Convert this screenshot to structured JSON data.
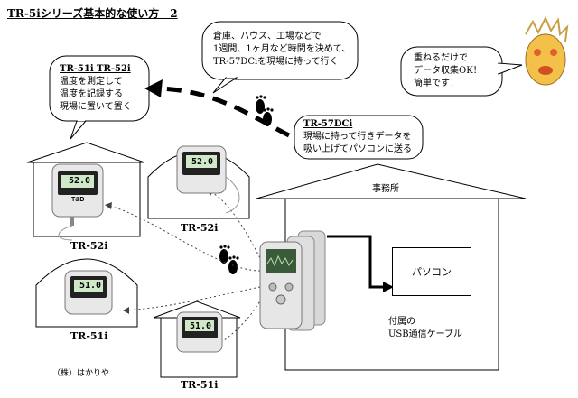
{
  "title": "TR-5iシリーズ基本的な使い方　2",
  "bubbles": {
    "left": {
      "line1": "TR-51i TR-52i",
      "line2": "温度を測定して",
      "line3": "温度を記録する",
      "line4": "現場に置いて置く"
    },
    "top": {
      "line1": "倉庫、ハウス、工場などで",
      "line2": "1週間、1ヶ月など時間を決めて、",
      "line3": "TR-57DCiを現場に持って行く"
    },
    "right": {
      "line1": "重ねるだけで",
      "line2": "データ収集OK！",
      "line3": "簡単です！"
    },
    "device_note": {
      "line1": "TR-57DCi",
      "line2": "現場に持って行きデータを",
      "line3": "吸い上げてパソコンに送る"
    },
    "cable": {
      "line1": "付属の",
      "line2": "USB通信ケーブル"
    }
  },
  "buildings": {
    "office": "事務所",
    "tr52i_left": "TR-52i",
    "tr52i_center": "TR-52i",
    "tr51i_left": "TR-51i",
    "tr51i_bottom": "TR-51i"
  },
  "pc_label": "パソコン",
  "company": "（株）はかりや",
  "logger_displays": [
    "52.0",
    "52.0",
    "51.0",
    "51.0"
  ],
  "logger_brand": "T&D"
}
